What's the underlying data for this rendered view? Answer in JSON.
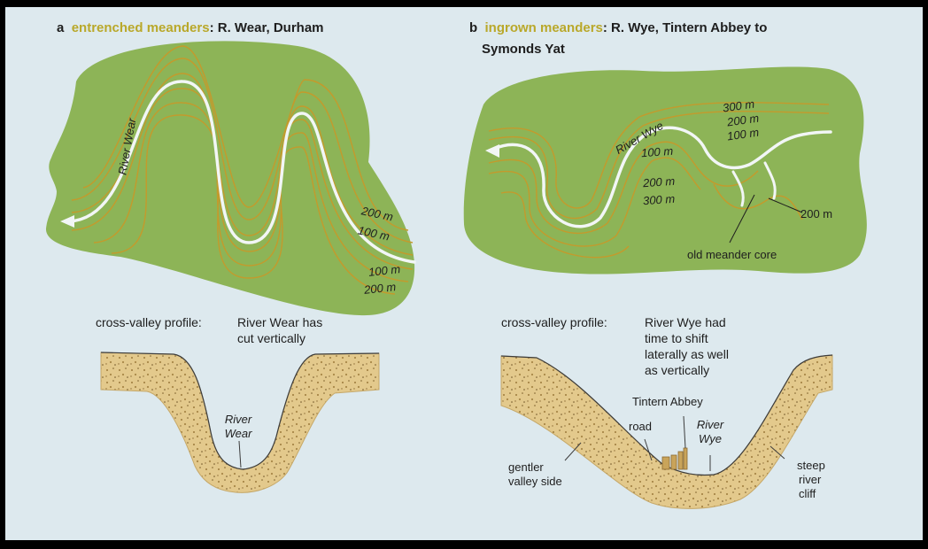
{
  "panel_a": {
    "letter": "a",
    "highlight": "entrenched meanders",
    "rest": ": R. Wear, Durham",
    "river_label": "River Wear",
    "contours": [
      "200 m",
      "100 m",
      "100 m",
      "200 m"
    ],
    "profile_caption_1": "cross-valley profile:",
    "profile_caption_2": "River Wear has",
    "profile_caption_3": "cut vertically",
    "profile_river_1": "River",
    "profile_river_2": "Wear"
  },
  "panel_b": {
    "letter": "b",
    "highlight": "ingrown meanders",
    "rest": ": R. Wye, Tintern Abbey to",
    "rest_line2": "Symonds Yat",
    "river_label": "River Wye",
    "contours_top": [
      "300 m",
      "200 m",
      "100 m"
    ],
    "contour_river": "100 m",
    "contours_mid": [
      "200 m",
      "300 m"
    ],
    "contour_right": "200 m",
    "core_label": "old meander core",
    "profile_caption_1": "cross-valley profile:",
    "profile_caption_2": "River Wye had",
    "profile_caption_3": "time to shift",
    "profile_caption_4": "laterally as well",
    "profile_caption_5": "as vertically",
    "abbey_label": "Tintern Abbey",
    "road_label": "road",
    "profile_river_1": "River",
    "profile_river_2": "Wye",
    "gentler_1": "gentler",
    "gentler_2": "valley side",
    "steep_1": "steep",
    "steep_2": "river",
    "steep_3": "cliff"
  },
  "colors": {
    "background": "#dde9ee",
    "land": "#8db457",
    "contour": "#c49a2c",
    "river": "#f2f6f6",
    "sand": "#e3c98c",
    "highlight": "#b9a82a"
  }
}
